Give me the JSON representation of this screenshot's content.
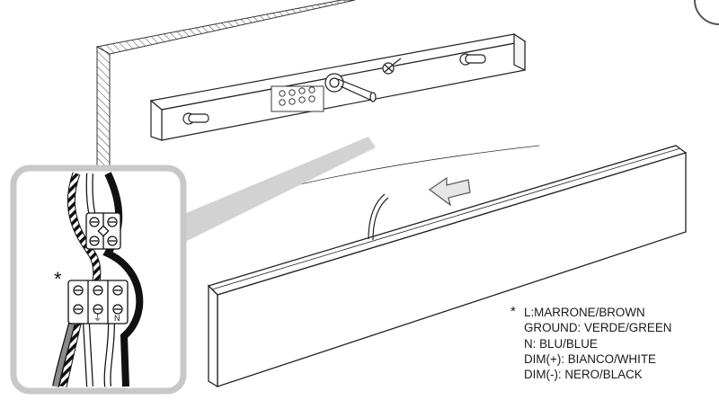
{
  "diagram": {
    "callout_marker": "*",
    "terminal_label_n": "N",
    "terminal_symbol_ground": "⏚"
  },
  "legend": {
    "marker": "*",
    "entries": [
      "L:MARRONE/BROWN",
      "GROUND: VERDE/GREEN",
      "N: BLU/BLUE",
      "DIM(+): BIANCO/WHITE",
      "DIM(-): NERO/BLACK"
    ]
  },
  "colors": {
    "line": "#1a1a1a",
    "callout_frame": "#c8c8c8",
    "background": "#ffffff"
  },
  "icons": [
    "arrow-icon",
    "corner-circle-icon"
  ]
}
